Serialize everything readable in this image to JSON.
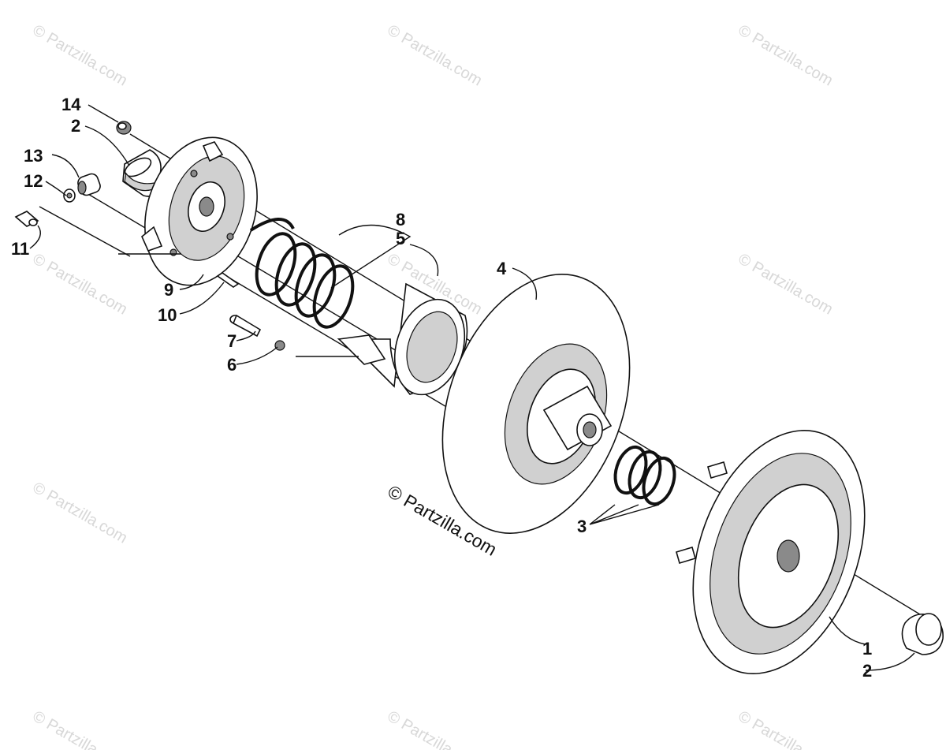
{
  "watermark": {
    "text": "© Partzilla.com",
    "center_text": "© Partzilla.com"
  },
  "callouts": {
    "c14": "14",
    "c2a": "2",
    "c13": "13",
    "c12": "12",
    "c11": "11",
    "c9": "9",
    "c10": "10",
    "c8": "8",
    "c5": "5",
    "c4": "4",
    "c7": "7",
    "c6": "6",
    "c3": "3",
    "c1": "1",
    "c2b": "2"
  }
}
